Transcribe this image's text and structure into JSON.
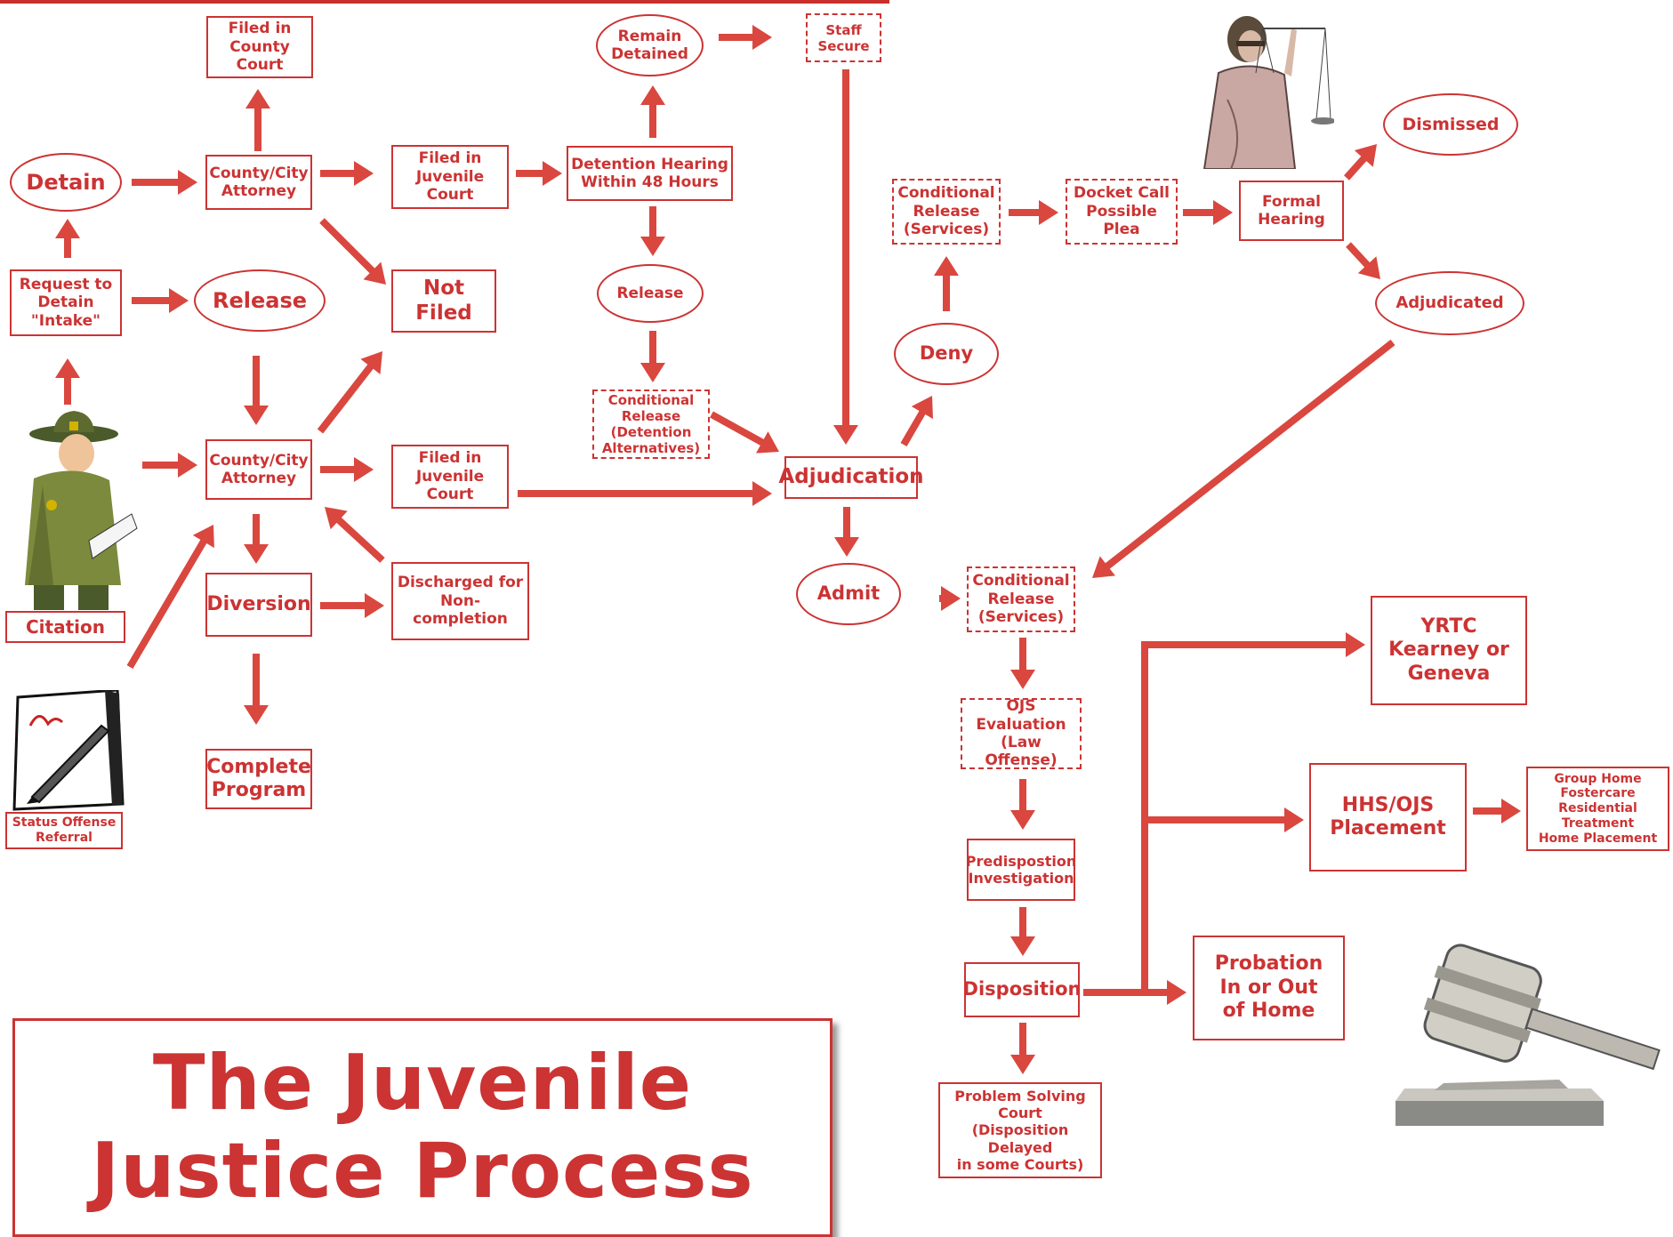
{
  "title": {
    "line1": "The Juvenile",
    "line2": "Justice Process"
  },
  "colors": {
    "accent": "#cc3333",
    "arrow": "#d9473f"
  },
  "icons": {
    "officer": "police-officer-icon",
    "paper": "signed-document-icon",
    "justice": "lady-justice-icon",
    "gavel": "gavel-icon"
  },
  "nodes": {
    "filed_county": "Filed in\nCounty Court",
    "detain": "Detain",
    "attorney1": "County/City\nAttorney",
    "filed_juv1": "Filed in\nJuvenile Court",
    "detention_hearing": "Detention Hearing\nWithin 48 Hours",
    "remain_detained": "Remain\nDetained",
    "staff_secure": "Staff\nSecure",
    "request_detain": "Request to\nDetain\n\"Intake\"",
    "release1": "Release",
    "not_filed": "Not\nFiled",
    "release2": "Release",
    "cond_release_detention": "Conditional\nRelease\n(Detention\nAlternatives)",
    "citation": "Citation",
    "attorney2": "County/City\nAttorney",
    "filed_juv2": "Filed in\nJuvenile Court",
    "adjudication": "Adjudication",
    "diversion": "Diversion",
    "discharged": "Discharged for\nNon-completion",
    "complete_program": "Complete\nProgram",
    "status_offense": "Status Offense\nReferral",
    "cond_release_services1": "Conditional\nRelease\n(Services)",
    "docket_call": "Docket Call\nPossible Plea",
    "formal_hearing": "Formal\nHearing",
    "dismissed": "Dismissed",
    "adjudicated": "Adjudicated",
    "deny": "Deny",
    "admit": "Admit",
    "cond_release_services2": "Conditional\nRelease\n(Services)",
    "ojs_eval": "OJS\nEvaluation\n(Law Offense)",
    "predisposition": "Predispostion\nInvestigation",
    "disposition": "Disposition",
    "problem_solving": "Problem Solving\nCourt\n(Disposition Delayed\nin some Courts)",
    "yrtc": "YRTC\nKearney or\nGeneva",
    "hhs_ojs": "HHS/OJS\nPlacement",
    "group_home": "Group Home\nFostercare\nResidential\nTreatment\nHome Placement",
    "probation": "Probation\nIn or Out\nof Home"
  }
}
